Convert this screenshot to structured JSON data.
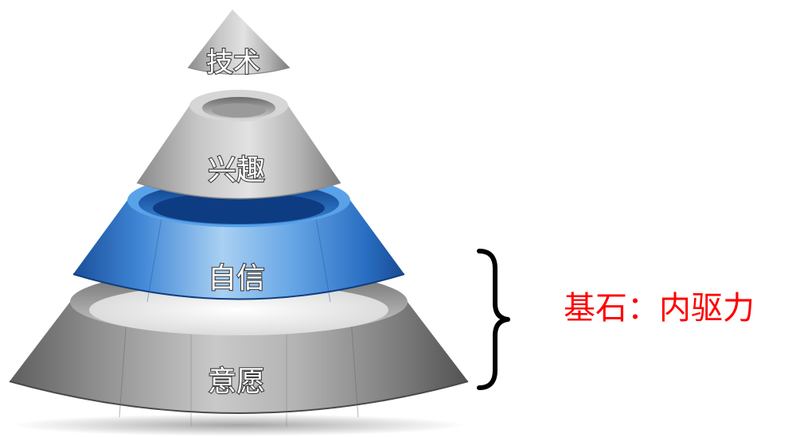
{
  "pyramid": {
    "tiers": [
      {
        "label": "技术"
      },
      {
        "label": "兴趣"
      },
      {
        "label": "自信"
      },
      {
        "label": "意愿"
      }
    ]
  },
  "annotation": {
    "text": "基石：内驱力",
    "color": "#ff0000"
  },
  "colors": {
    "gray_tier": "#9a9a9a",
    "blue_tier": "#2a6fc4"
  }
}
